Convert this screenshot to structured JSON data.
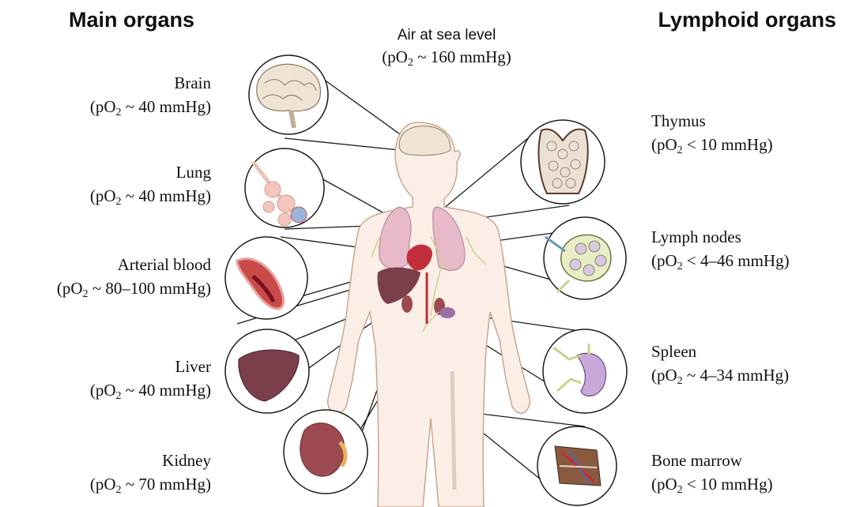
{
  "headers": {
    "left": "Main organs",
    "right": "Lymphoid organs"
  },
  "air": {
    "name": "Air at sea level",
    "prefix": "(pO",
    "value": " ~ 160 mmHg)"
  },
  "po2_sub": "2",
  "main_organs": [
    {
      "name": "Brain",
      "prefix": "(pO",
      "value": " ~ 40 mmHg)"
    },
    {
      "name": "Lung",
      "prefix": "(pO",
      "value": " ~ 40 mmHg)"
    },
    {
      "name": "Arterial blood",
      "prefix": "(pO",
      "value": " ~ 80–100 mmHg)"
    },
    {
      "name": "Liver",
      "prefix": "(pO",
      "value": " ~ 40 mmHg)"
    },
    {
      "name": "Kidney",
      "prefix": "(pO",
      "value": " ~ 70 mmHg)"
    }
  ],
  "lymphoid_organs": [
    {
      "name": "Thymus",
      "prefix": "(pO",
      "value": " < 10 mmHg)"
    },
    {
      "name": "Lymph nodes",
      "prefix": "(pO",
      "value": " < 4–46 mmHg)"
    },
    {
      "name": "Spleen",
      "prefix": "(pO",
      "value": " ~ 4–34 mmHg)"
    },
    {
      "name": "Bone marrow",
      "prefix": "(pO",
      "value": " < 10 mmHg)"
    }
  ],
  "colors": {
    "body_fill": "#fbeee6",
    "body_outline": "#c9a58d",
    "lung": "#e8b9c8",
    "liver": "#7b3f4c",
    "kidney": "#9c4a50",
    "brain": "#efe3d3",
    "heart": "#c22e3a",
    "lymph": "#c8d48a"
  }
}
